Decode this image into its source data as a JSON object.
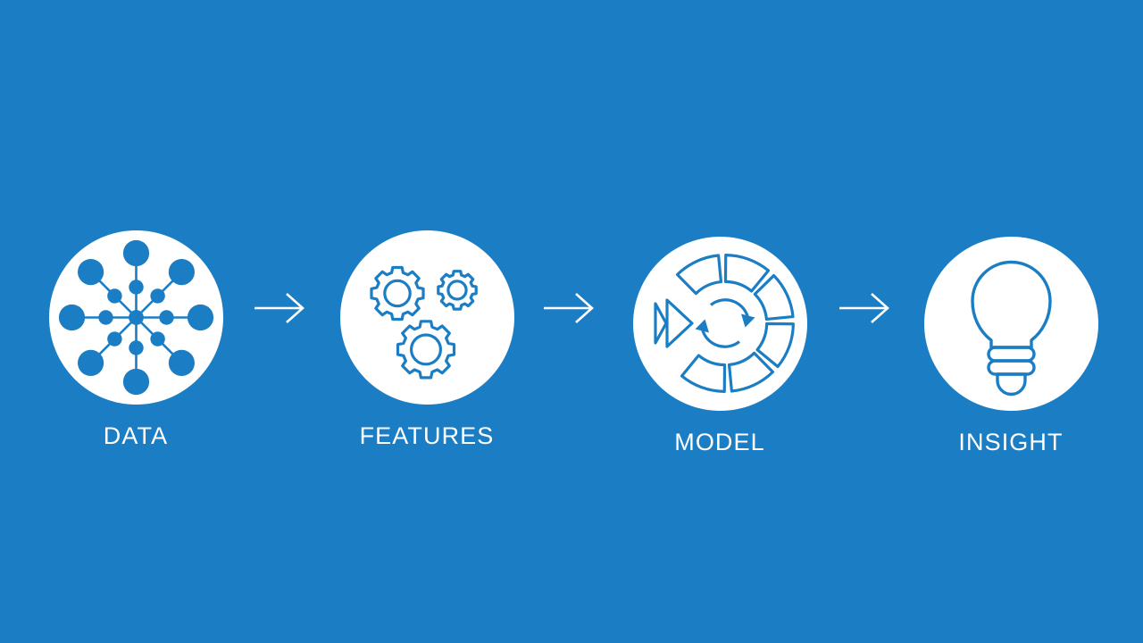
{
  "canvas": {
    "background_color": "#1b7ec4",
    "icon_color": "#1b7ec4",
    "disc_color": "#ffffff",
    "label_color": "#ffffff"
  },
  "pipeline": {
    "steps": [
      {
        "label": "DATA",
        "icon": "network-nodes-icon"
      },
      {
        "label": "FEATURES",
        "icon": "gears-icon"
      },
      {
        "label": "MODEL",
        "icon": "segmented-ring-refresh-icon"
      },
      {
        "label": "INSIGHT",
        "icon": "lightbulb-icon"
      }
    ],
    "connectors": [
      {
        "icon": "arrow-right-icon"
      },
      {
        "icon": "arrow-right-icon"
      },
      {
        "icon": "arrow-right-icon"
      }
    ]
  }
}
